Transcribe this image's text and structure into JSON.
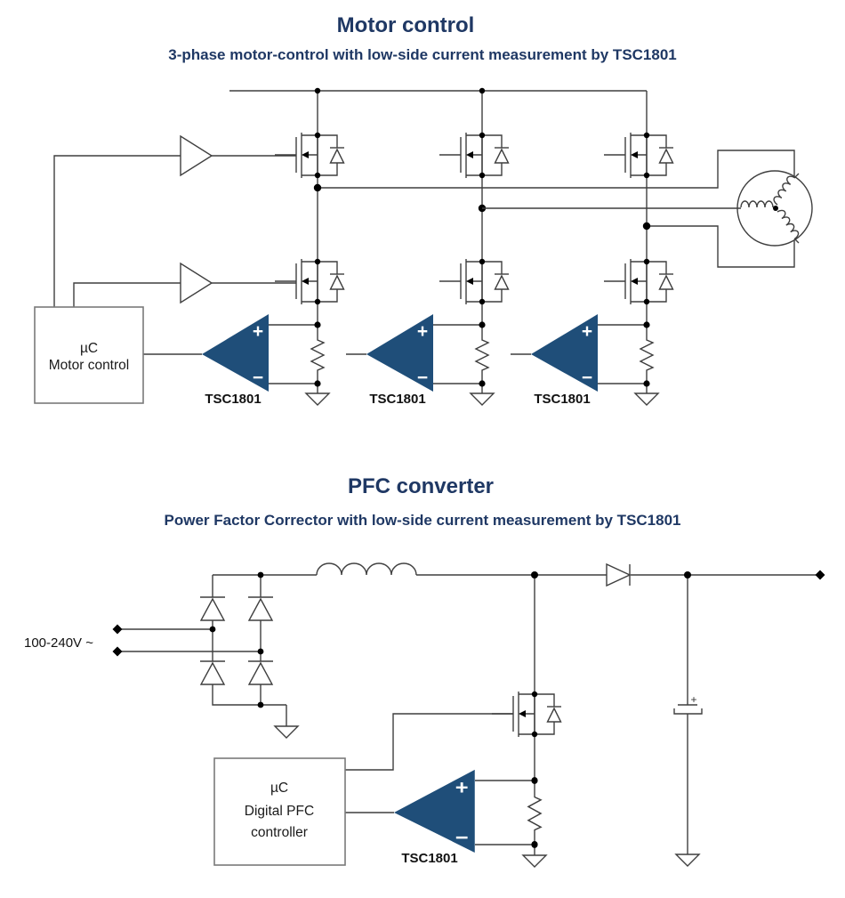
{
  "colors": {
    "title_navy": "#1F3864",
    "amp_blue": "#1F4E79",
    "wire_gray": "#3F3F3F"
  },
  "motor_section": {
    "title": "Motor control",
    "subtitle": "3-phase motor-control with low-side current measurement by TSC1801",
    "mcu": {
      "line1": "µC",
      "line2": "Motor control"
    },
    "amp_labels": [
      "TSC1801",
      "TSC1801",
      "TSC1801"
    ]
  },
  "pfc_section": {
    "title": "PFC converter",
    "subtitle": "Power Factor Corrector with low-side current measurement by TSC1801",
    "ac_input_label": "100-240V ~",
    "mcu": {
      "line1": "µC",
      "line2": "Digital PFC",
      "line3": "controller"
    },
    "amp_label": "TSC1801",
    "cap_plus_label": "+"
  },
  "shared": {
    "plus": "+",
    "minus": "−"
  }
}
